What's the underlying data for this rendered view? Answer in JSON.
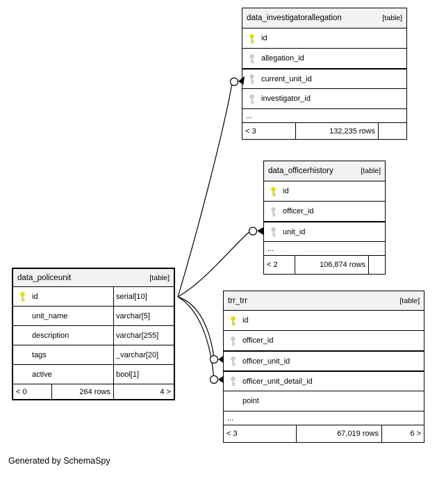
{
  "page": {
    "generated_by": "Generated by SchemaSpy",
    "background": "#ffffff"
  },
  "colors": {
    "border": "#000000",
    "header_bg": "#f2f2f2",
    "primary_key_icon": "#e3e000",
    "foreign_key_icon": "#cccccc"
  },
  "tables": [
    {
      "name": "data_investigatorallegation",
      "kind": "[table]",
      "columns": [
        {
          "name": "id",
          "key": "primary"
        },
        {
          "name": "allegation_id",
          "key": "foreign"
        },
        {
          "name": "current_unit_id",
          "key": "foreign"
        },
        {
          "name": "investigator_id",
          "key": "foreign"
        }
      ],
      "truncated": "...",
      "footer": {
        "left": "< 3",
        "rows": "132,235 rows",
        "right": ""
      }
    },
    {
      "name": "data_officerhistory",
      "kind": "[table]",
      "columns": [
        {
          "name": "id",
          "key": "primary"
        },
        {
          "name": "officer_id",
          "key": "foreign"
        },
        {
          "name": "unit_id",
          "key": "foreign"
        }
      ],
      "truncated": "...",
      "footer": {
        "left": "< 2",
        "rows": "106,874 rows",
        "right": ""
      }
    },
    {
      "name": "data_policeunit",
      "kind": "[table]",
      "columns": [
        {
          "name": "id",
          "type": "serial[10]",
          "key": "primary"
        },
        {
          "name": "unit_name",
          "type": "varchar[5]",
          "key": null
        },
        {
          "name": "description",
          "type": "varchar[255]",
          "key": null
        },
        {
          "name": "tags",
          "type": "_varchar[20]",
          "key": null
        },
        {
          "name": "active",
          "type": "bool[1]",
          "key": null
        }
      ],
      "footer": {
        "left": "< 0",
        "rows": "264 rows",
        "right": "4 >"
      }
    },
    {
      "name": "trr_trr",
      "kind": "[table]",
      "columns": [
        {
          "name": "id",
          "key": "primary"
        },
        {
          "name": "officer_id",
          "key": "foreign"
        },
        {
          "name": "officer_unit_id",
          "key": "foreign"
        },
        {
          "name": "officer_unit_detail_id",
          "key": "foreign"
        },
        {
          "name": "point",
          "key": null
        }
      ],
      "truncated": "...",
      "footer": {
        "left": "< 3",
        "rows": "67,019 rows",
        "right": "6 >"
      }
    }
  ],
  "relationships": [
    {
      "from": "data_policeunit.id",
      "to": "data_investigatorallegation.current_unit_id"
    },
    {
      "from": "data_policeunit.id",
      "to": "data_officerhistory.unit_id"
    },
    {
      "from": "data_policeunit.id",
      "to": "trr_trr.officer_unit_id"
    },
    {
      "from": "data_policeunit.id",
      "to": "trr_trr.officer_unit_detail_id"
    }
  ]
}
